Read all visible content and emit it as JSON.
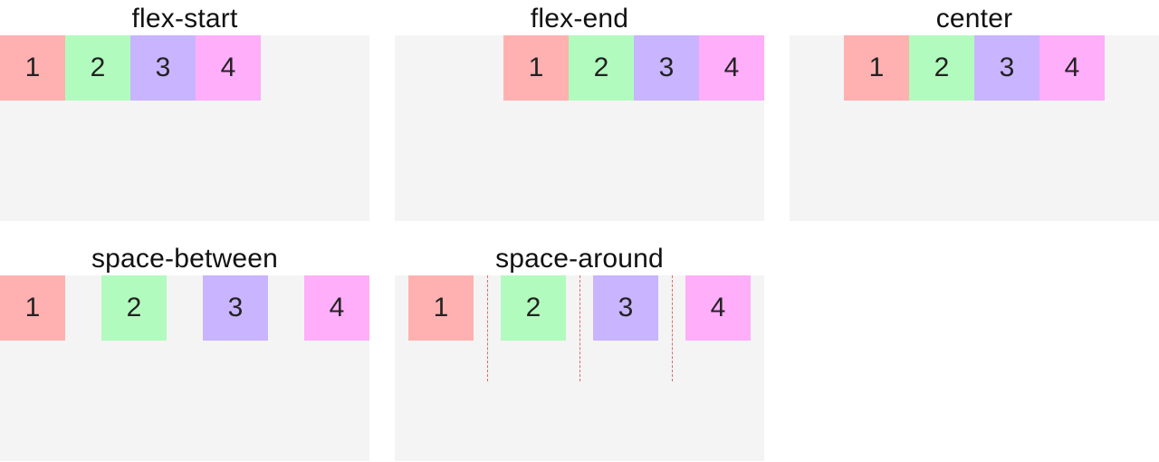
{
  "colors": {
    "item1": "#ffb1b1",
    "item2": "#b2fbbe",
    "item3": "#c9b4ff",
    "item4": "#ffaef9",
    "box_bg": "#f4f4f4",
    "guide": "#e06a6a"
  },
  "panels": [
    {
      "title": "flex-start",
      "items": [
        "1",
        "2",
        "3",
        "4"
      ]
    },
    {
      "title": "flex-end",
      "items": [
        "1",
        "2",
        "3",
        "4"
      ]
    },
    {
      "title": "center",
      "items": [
        "1",
        "2",
        "3",
        "4"
      ]
    },
    {
      "title": "space-between",
      "items": [
        "1",
        "2",
        "3",
        "4"
      ]
    },
    {
      "title": "space-around",
      "items": [
        "1",
        "2",
        "3",
        "4"
      ]
    }
  ]
}
